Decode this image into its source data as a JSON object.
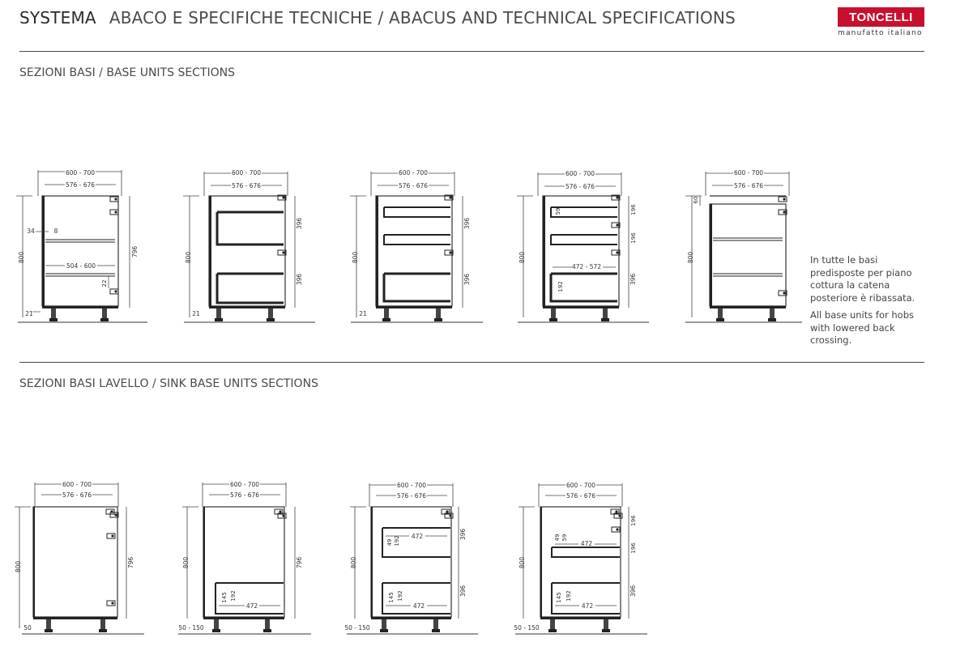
{
  "header": {
    "brand": "SYSTEMA",
    "subtitle": "ABACO E SPECIFICHE TECNICHE  / ABACUS AND TECHNICAL SPECIFICATIONS",
    "logo": "TONCELLI",
    "logo_tagline": "manufatto italiano"
  },
  "sections": [
    {
      "title": "SEZIONI BASI / BASE UNITS SECTIONS"
    },
    {
      "title": "SEZIONI BASI LAVELLO / SINK BASE UNITS SECTIONS"
    }
  ],
  "note": {
    "it": "In tutte le basi predisposte per piano cottura la catena posteriore è ribassata.",
    "en": "All base units for hobs with lowered back crossing."
  },
  "dims": {
    "w_outer": "600 - 700",
    "w_inner": "576 - 676",
    "h_total": "800",
    "h_body": "796",
    "plinth": "21",
    "shelf_depth": "504 - 600",
    "d34": "34",
    "d8": "8",
    "d22": "22",
    "drawer_396": "396",
    "drawer_196": "196",
    "d59": "59",
    "d472_572": "472 - 572",
    "d192": "192",
    "d60": "60",
    "sink_plinth_a": "50",
    "sink_plinth_b": "50 - 150",
    "d145": "145",
    "d472": "472",
    "d49": "49"
  }
}
